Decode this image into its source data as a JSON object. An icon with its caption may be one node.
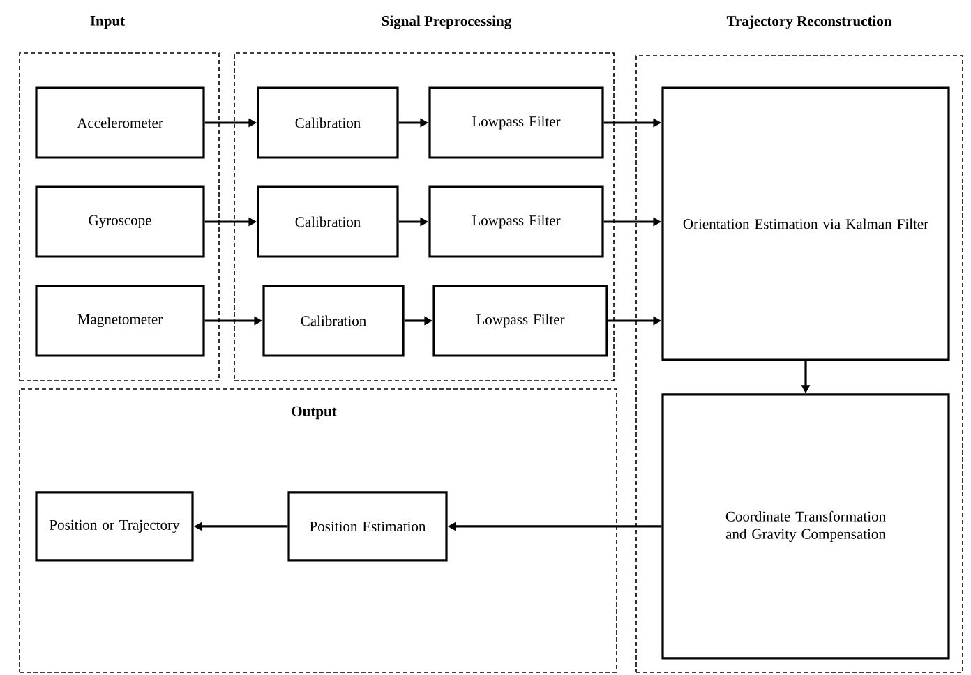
{
  "diagram": {
    "nodes": [
      {
        "text": [
          "Input"
        ]
      },
      {
        "text": [
          "Accelerometer"
        ],
        "in": 0
      },
      {
        "text": [
          "Gyroscope"
        ],
        "in": 0
      },
      {
        "text": [
          "Magnetometer"
        ],
        "in": 0
      },
      {
        "text": [
          "Signal Preprocessing"
        ]
      },
      {
        "text": [
          "Calibration"
        ],
        "in": 4
      },
      {
        "text": [
          "Lowpass Filter"
        ],
        "in": 4
      },
      {
        "text": [
          "Calibration"
        ],
        "in": 4
      },
      {
        "text": [
          "Lowpass Filter"
        ],
        "in": 4
      },
      {
        "text": [
          "Calibration"
        ],
        "in": 4
      },
      {
        "text": [
          "Lowpass Filter"
        ],
        "in": 4
      },
      {
        "text": [
          "Trajectory Reconstruction"
        ]
      },
      {
        "text": [
          "Orientation Estimation via Kalman Filter"
        ],
        "in": 11
      },
      {
        "text": [
          "Coordinate Transformation and Gravity Compensation"
        ],
        "in": 11
      },
      {
        "text": [
          "Output"
        ]
      },
      {
        "text": [
          "Position Estimation"
        ],
        "in": 14
      },
      {
        "text": [
          "Position or Trajectory"
        ],
        "in": 14
      }
    ],
    "edges": [
      {
        "from": 1,
        "to": 5,
        "arrow": "to"
      },
      {
        "from": 5,
        "to": 6,
        "arrow": "to"
      },
      {
        "from": 2,
        "to": 7,
        "arrow": "to"
      },
      {
        "from": 7,
        "to": 8,
        "arrow": "to"
      },
      {
        "from": 3,
        "to": 9,
        "arrow": "to"
      },
      {
        "from": 9,
        "to": 10,
        "arrow": "to"
      },
      {
        "from": 6,
        "to": 12,
        "arrow": "to"
      },
      {
        "from": 8,
        "to": 12,
        "arrow": "to"
      },
      {
        "from": 10,
        "to": 12,
        "arrow": "to"
      },
      {
        "from": 12,
        "to": 13,
        "arrow": "to"
      },
      {
        "from": 13,
        "to": 15,
        "arrow": "to"
      },
      {
        "from": 15,
        "to": 16,
        "arrow": "to"
      }
    ]
  }
}
